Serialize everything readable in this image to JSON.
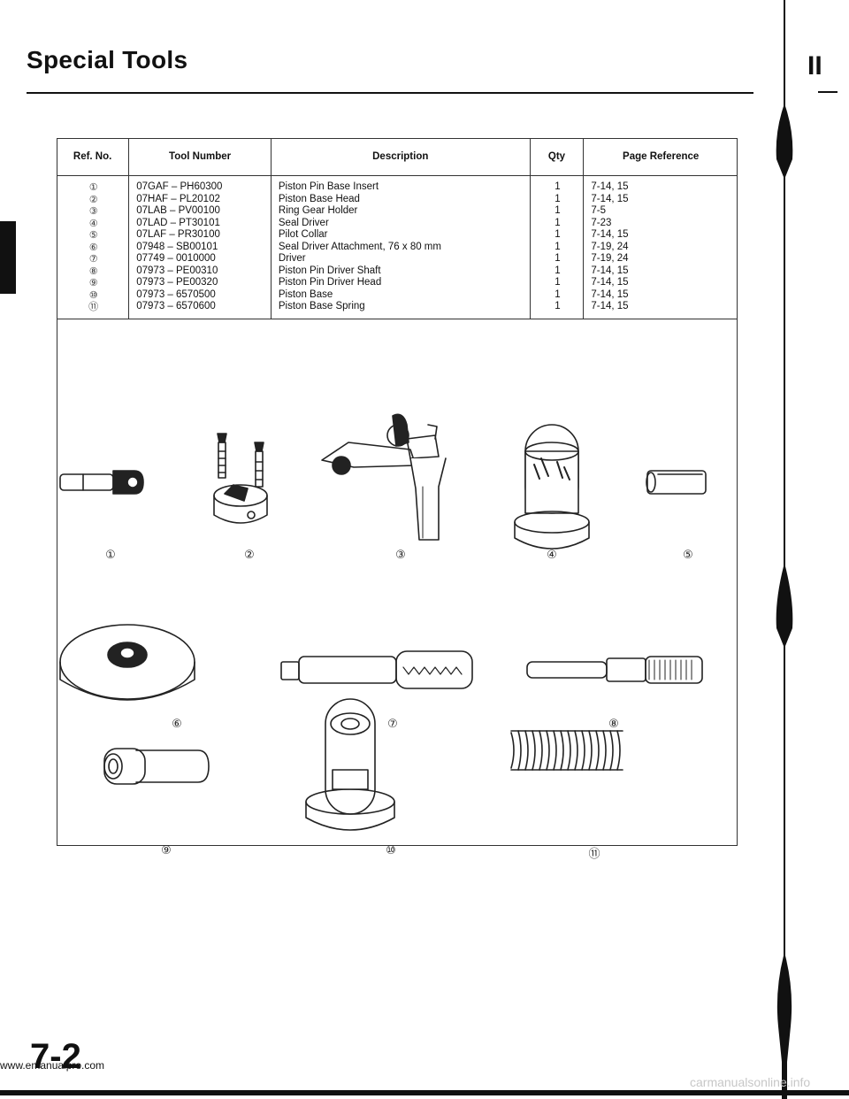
{
  "page": {
    "title": "Special Tools",
    "section_mark": "II",
    "page_number": "7-2",
    "watermark_left": "www.emanualpro.com",
    "watermark_right": "carmanualsonline.info"
  },
  "table": {
    "headers": {
      "ref": "Ref. No.",
      "tool": "Tool Number",
      "desc": "Description",
      "qty": "Qty",
      "page": "Page Reference"
    },
    "rows": [
      {
        "ref": "①",
        "tool": "07GAF – PH60300",
        "desc": "Piston Pin Base Insert",
        "qty": "1",
        "page": "7-14, 15"
      },
      {
        "ref": "②",
        "tool": "07HAF – PL20102",
        "desc": "Piston Base Head",
        "qty": "1",
        "page": "7-14, 15"
      },
      {
        "ref": "③",
        "tool": "07LAB – PV00100",
        "desc": "Ring Gear Holder",
        "qty": "1",
        "page": "7-5"
      },
      {
        "ref": "④",
        "tool": "07LAD – PT30101",
        "desc": "Seal Driver",
        "qty": "1",
        "page": "7-23"
      },
      {
        "ref": "⑤",
        "tool": "07LAF – PR30100",
        "desc": "Pilot Collar",
        "qty": "1",
        "page": "7-14, 15"
      },
      {
        "ref": "⑥",
        "tool": "07948 – SB00101",
        "desc": "Seal Driver Attachment, 76 x 80 mm",
        "qty": "1",
        "page": "7-19, 24"
      },
      {
        "ref": "⑦",
        "tool": "07749 – 0010000",
        "desc": "Driver",
        "qty": "1",
        "page": "7-19, 24"
      },
      {
        "ref": "⑧",
        "tool": "07973 – PE00310",
        "desc": "Piston Pin Driver Shaft",
        "qty": "1",
        "page": "7-14, 15"
      },
      {
        "ref": "⑨",
        "tool": "07973 – PE00320",
        "desc": "Piston Pin Driver Head",
        "qty": "1",
        "page": "7-14, 15"
      },
      {
        "ref": "⑩",
        "tool": "07973 – 6570500",
        "desc": "Piston Base",
        "qty": "1",
        "page": "7-14, 15"
      },
      {
        "ref": "⑪",
        "tool": "07973 – 6570600",
        "desc": "Piston Base Spring",
        "qty": "1",
        "page": "7-14, 15"
      }
    ]
  },
  "callouts": [
    "①",
    "②",
    "③",
    "④",
    "⑤",
    "⑥",
    "⑦",
    "⑧",
    "⑨",
    "⑩",
    "⑪"
  ]
}
